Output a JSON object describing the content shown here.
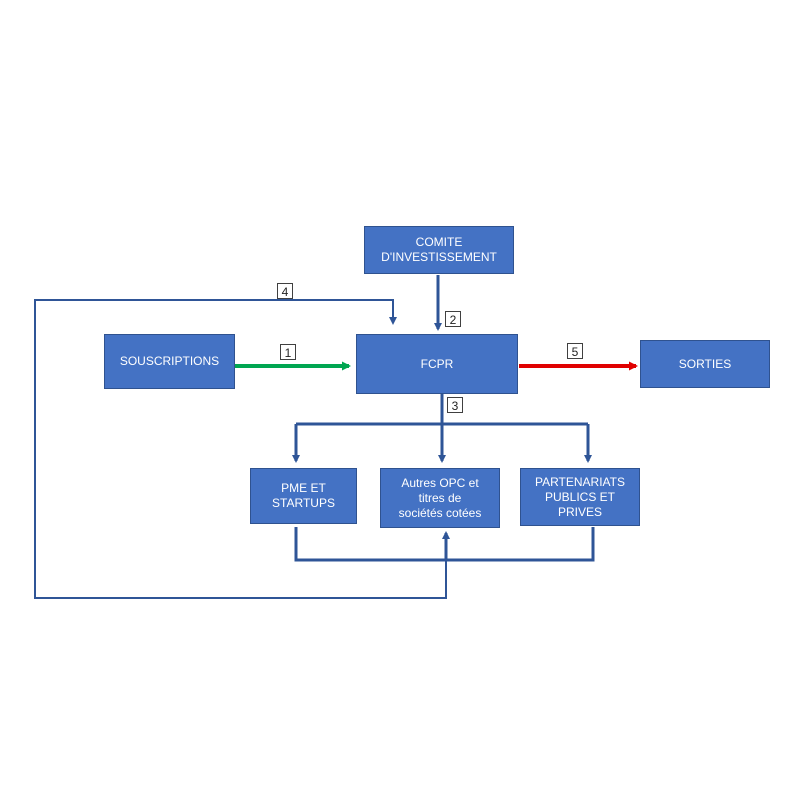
{
  "colors": {
    "box_fill": "#4472c4",
    "box_text": "#ffffff",
    "connector": "#2f5597",
    "arrow_in": "#00a651",
    "arrow_out": "#e00000"
  },
  "nodes": {
    "comite": {
      "line1": "COMITE",
      "line2": "D'INVESTISSEMENT"
    },
    "souscriptions": {
      "label": "SOUSCRIPTIONS"
    },
    "fcpr": {
      "label": "FCPR"
    },
    "sorties": {
      "label": "SORTIES"
    },
    "pme": {
      "line1": "PME ET",
      "line2": "STARTUPS"
    },
    "autres": {
      "line1": "Autres OPC et",
      "line2": "titres de",
      "line3": "sociétés cotées"
    },
    "partenariats": {
      "line1": "PARTENARIATS",
      "line2": "PUBLICS ET",
      "line3": "PRIVES"
    }
  },
  "step_labels": {
    "s1": "1",
    "s2": "2",
    "s3": "3",
    "s4": "4",
    "s5": "5"
  }
}
